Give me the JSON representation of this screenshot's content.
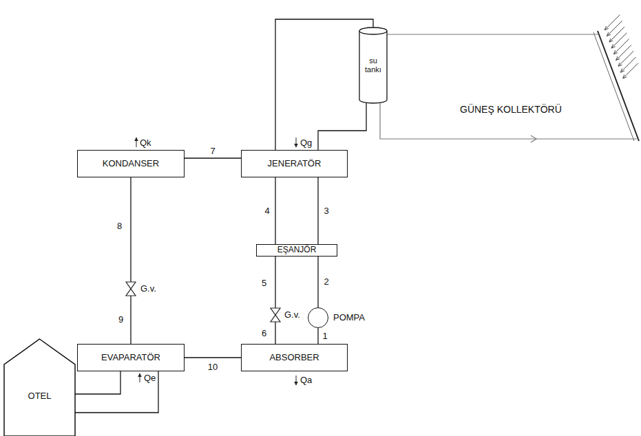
{
  "diagram": {
    "nodes": [
      {
        "text": [
          "su tankı"
        ]
      },
      {
        "text": [
          "KONDANSER"
        ]
      },
      {
        "text": [
          "JENERATÖR"
        ]
      },
      {
        "text": [
          "EŞANJÖR"
        ]
      },
      {
        "text": [
          "POMPA"
        ]
      },
      {
        "text": [
          "EVAPARATÖR"
        ]
      },
      {
        "text": [
          "ABSORBER"
        ]
      },
      {
        "text": [
          "OTEL"
        ]
      }
    ],
    "edges": [
      {
        "from": 0,
        "to": 2,
        "arrow": "none"
      },
      {
        "from": 0,
        "to": 2,
        "arrow": "none"
      },
      {
        "from": 2,
        "to": 1,
        "label": "7",
        "arrow": "none"
      },
      {
        "from": 1,
        "to": 5,
        "arrow": "none"
      },
      {
        "from": 2,
        "to": 3,
        "label": "4",
        "arrow": "none"
      },
      {
        "from": 3,
        "to": 2,
        "label": "3",
        "arrow": "none"
      },
      {
        "from": 3,
        "to": 6,
        "arrow": "none"
      },
      {
        "from": 4,
        "to": 3,
        "label": "2",
        "arrow": "none"
      },
      {
        "from": 6,
        "to": 4,
        "label": "1",
        "arrow": "none"
      },
      {
        "from": 5,
        "to": 6,
        "label": "10",
        "arrow": "none"
      },
      {
        "from": 7,
        "to": 5,
        "arrow": "none"
      },
      {
        "from": 7,
        "to": 5,
        "arrow": "none"
      }
    ],
    "labels": [
      "Qk",
      "Qg",
      "8",
      "9",
      "G.v.",
      "5",
      "G.v.",
      "6",
      "Qe",
      "Qa",
      "GÜNEŞ KOLLEKTÖRÜ"
    ]
  }
}
